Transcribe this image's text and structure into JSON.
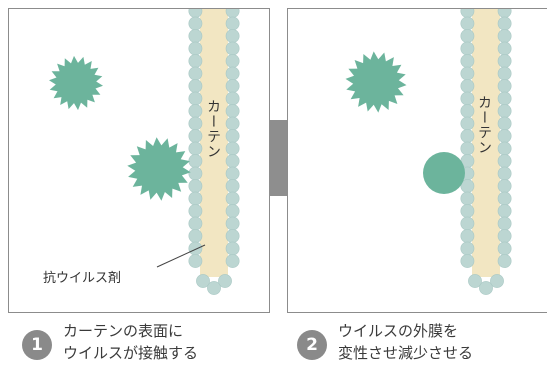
{
  "panels": [
    {
      "curtain_label": "カーテン",
      "agent_label": "抗ウイルス剤",
      "step_number": "1",
      "caption_lines": [
        "カーテンの表面に",
        "ウイルスが接触する"
      ]
    },
    {
      "curtain_label": "カーテン",
      "step_number": "2",
      "caption_lines": [
        "ウイルスの外膜を",
        "変性させ減少させる"
      ]
    }
  ],
  "colors": {
    "virus": "#6cb49c",
    "spike": "#555555",
    "bead": "#bcd6d2",
    "bead_border": "#a9c8c4",
    "curtain": "#f2e6c2",
    "panel_border": "#8c8c8c",
    "arrow": "#8e8e8e",
    "step_circle": "#8a8a8a",
    "fragment": "#6cb49c"
  }
}
